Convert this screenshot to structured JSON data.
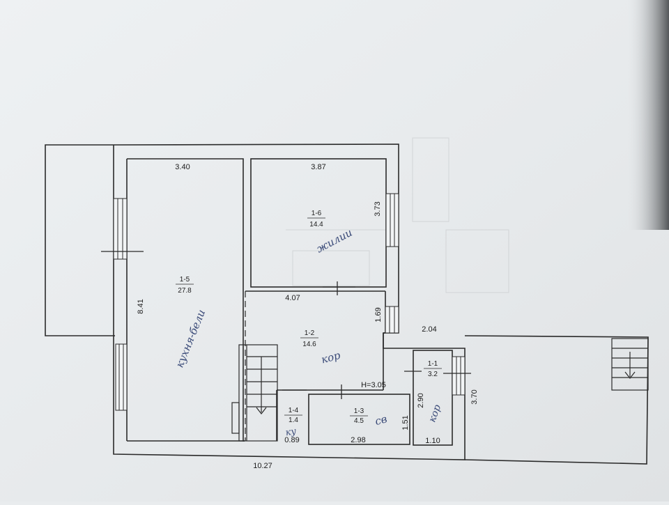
{
  "plan": {
    "rooms": [
      {
        "id": "1-5",
        "area": "27.8",
        "note": "кухня-бели"
      },
      {
        "id": "1-6",
        "area": "14.4",
        "note": "жилии"
      },
      {
        "id": "1-2",
        "area": "14.6",
        "note": "кор"
      },
      {
        "id": "1-4",
        "area": "1.4",
        "note": "ку"
      },
      {
        "id": "1-3",
        "area": "4.5",
        "note": "св"
      },
      {
        "id": "1-1",
        "area": "3.2",
        "note": "кор"
      }
    ],
    "dimensions": {
      "room5_width": "3.40",
      "room6_width": "3.87",
      "room6_side": "3.73",
      "room5_height": "8.41",
      "room2_width": "4.07",
      "room2_side": "1.69",
      "step_width": "2.04",
      "ceiling_height": "H=3.05",
      "room1_side": "2.90",
      "porch_side": "3.70",
      "room3_side": "1.51",
      "room4_width": "0.89",
      "room3_width": "2.98",
      "room1_width": "1.10",
      "total_width": "10.27"
    }
  }
}
